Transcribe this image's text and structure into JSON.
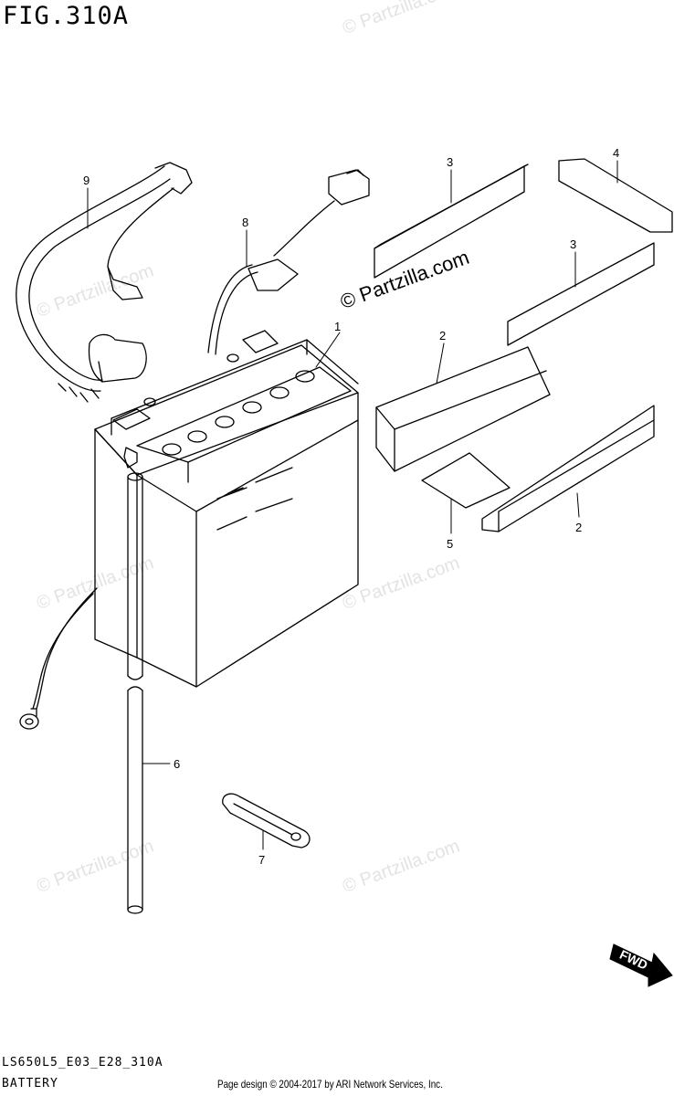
{
  "figure": {
    "title": "FIG.310A",
    "model_code": "LS650L5_E03_E28_310A",
    "section": "BATTERY"
  },
  "watermark": {
    "main": "© Partzilla.com",
    "faint": "© Partzilla.com"
  },
  "footer": {
    "credit": "Page design © 2004-2017 by ARI Network Services, Inc."
  },
  "callouts": {
    "c1": "1",
    "c2a": "2",
    "c2b": "2",
    "c3a": "3",
    "c3b": "3",
    "c4": "4",
    "c5": "5",
    "c6": "6",
    "c7": "7",
    "c8": "8",
    "c9": "9"
  },
  "badge": {
    "fwd": "FWD"
  },
  "colors": {
    "line": "#000000",
    "watermark_faint": "#e3e3e3",
    "background": "#ffffff"
  }
}
